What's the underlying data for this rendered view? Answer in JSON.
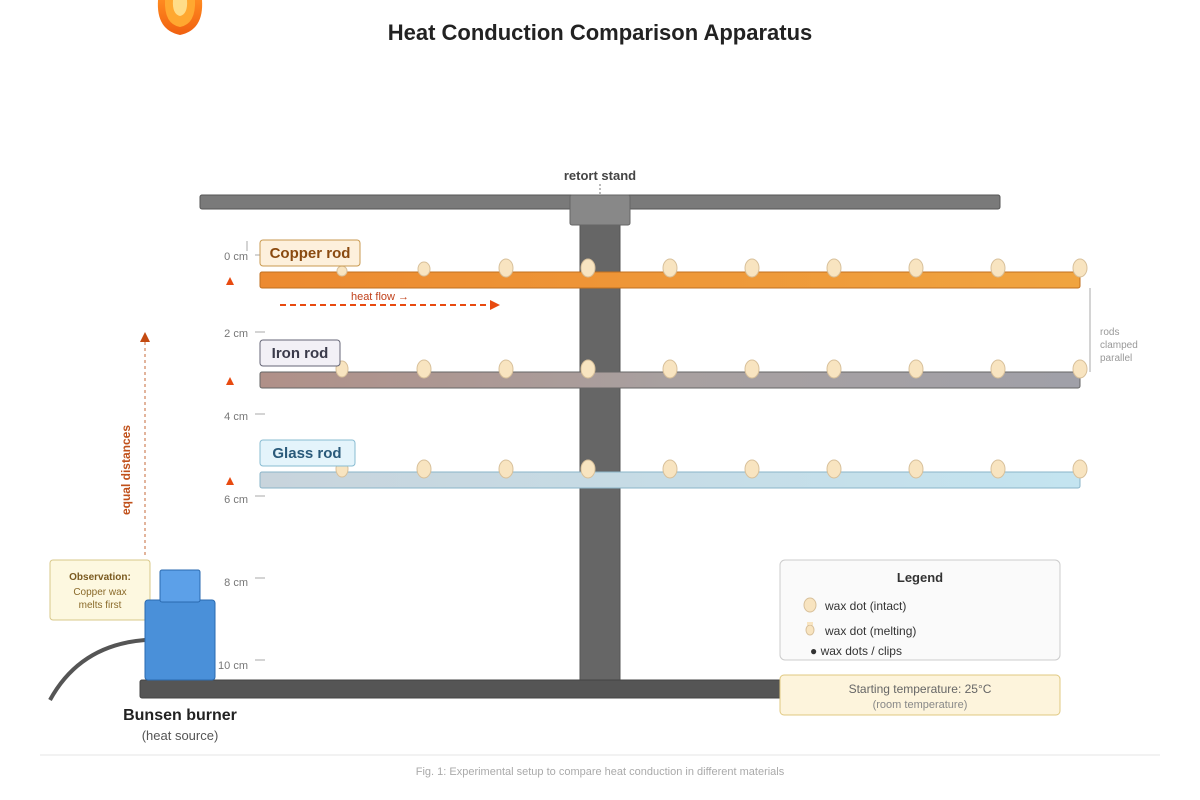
{
  "title": "Heat Conduction Comparison Apparatus",
  "stand_label": "retort stand",
  "rods": [
    {
      "label": "Copper rod",
      "color": "#f0a040",
      "label_bg": "#fdf0dc",
      "label_fg": "#8a4a10",
      "label_border": "#c99a50"
    },
    {
      "label": "Iron rod",
      "color": "#a8a0a0",
      "label_bg": "#f2f0f6",
      "label_fg": "#3a3a4a",
      "label_border": "#666677"
    },
    {
      "label": "Glass rod",
      "color": "#c4e2ee",
      "label_bg": "#e4f4fb",
      "label_fg": "#2a5a7a",
      "label_border": "#88bcd2"
    }
  ],
  "heat_flow_label": "heat flow →",
  "scale_ticks": [
    "0 cm",
    "2 cm",
    "4 cm",
    "6 cm",
    "8 cm",
    "10 cm"
  ],
  "clamp_note": [
    "rods",
    "clamped",
    "parallel"
  ],
  "equal_distances_label": "equal distances",
  "observation": {
    "title": "Observation:",
    "lines": [
      "Copper wax",
      "melts first"
    ]
  },
  "burner": {
    "name": "Bunsen burner",
    "sub": "(heat source)"
  },
  "legend": {
    "title": "Legend",
    "items": [
      "wax dot (intact)",
      "wax dot (melting)",
      "● wax dots / clips"
    ]
  },
  "start_temp": {
    "line1": "Starting temperature: 25°C",
    "line2": "(room temperature)"
  },
  "caption": "Fig. 1: Experimental setup to compare heat conduction in different materials",
  "colors": {
    "stand": "#666666",
    "wax": "#f8e4c0",
    "heat_arrow": "#e84a10",
    "burner": "#4a90d9"
  }
}
